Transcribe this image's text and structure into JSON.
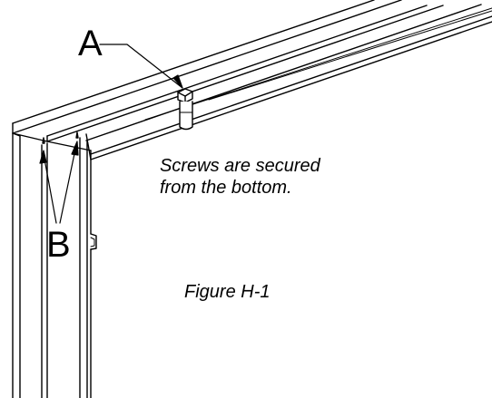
{
  "callouts": {
    "a": "A",
    "b": "B"
  },
  "note": {
    "line1": "Screws are secured",
    "line2": "from the bottom."
  },
  "caption": "Figure H-1",
  "colors": {
    "ink": "#000000",
    "paper": "#ffffff"
  }
}
